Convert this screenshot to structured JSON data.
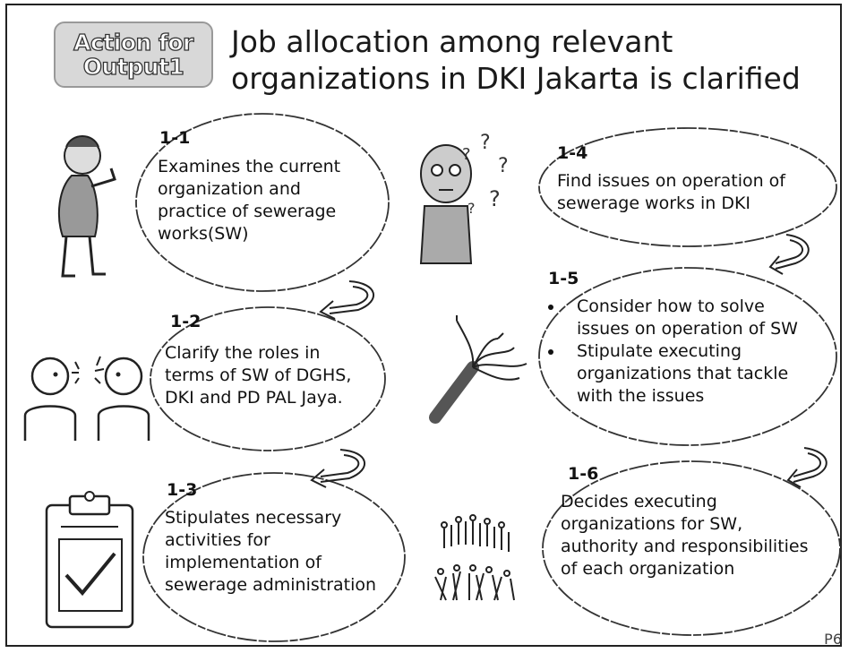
{
  "header": {
    "badge_line1": "Action for",
    "badge_line2": "Output1",
    "title_line1": "Job allocation among relevant",
    "title_line2": "organizations in DKI Jakarta is clarified"
  },
  "steps": [
    {
      "num": "1-1",
      "lines": [
        "Examines the current",
        "organization and",
        "practice of sewerage",
        "works(SW)"
      ]
    },
    {
      "num": "1-2",
      "lines": [
        "Clarify the roles in",
        "terms of SW of DGHS,",
        "DKI and PD PAL Jaya."
      ]
    },
    {
      "num": "1-3",
      "lines": [
        "Stipulates necessary",
        "activities for",
        "implementation of",
        "sewerage administration"
      ]
    },
    {
      "num": "1-4",
      "lines": [
        "Find issues on operation of",
        "sewerage works in DKI"
      ]
    },
    {
      "num": "1-5",
      "bullets": [
        "Consider how to solve issues on operation of SW",
        "Stipulate executing organizations that tackle with the issues"
      ]
    },
    {
      "num": "1-6",
      "lines": [
        "Decides executing",
        "organizations for SW,",
        "authority and responsibilities",
        "of each organization"
      ]
    }
  ],
  "icons": {
    "step1": "thinking-person-icon",
    "step2": "two-people-talking-icon",
    "step3": "checklist-clipboard-icon",
    "step4": "confused-person-icon",
    "step5": "tangled-wires-icon",
    "step6": "group-of-people-icon"
  },
  "footer": {
    "page_label": "P6"
  }
}
